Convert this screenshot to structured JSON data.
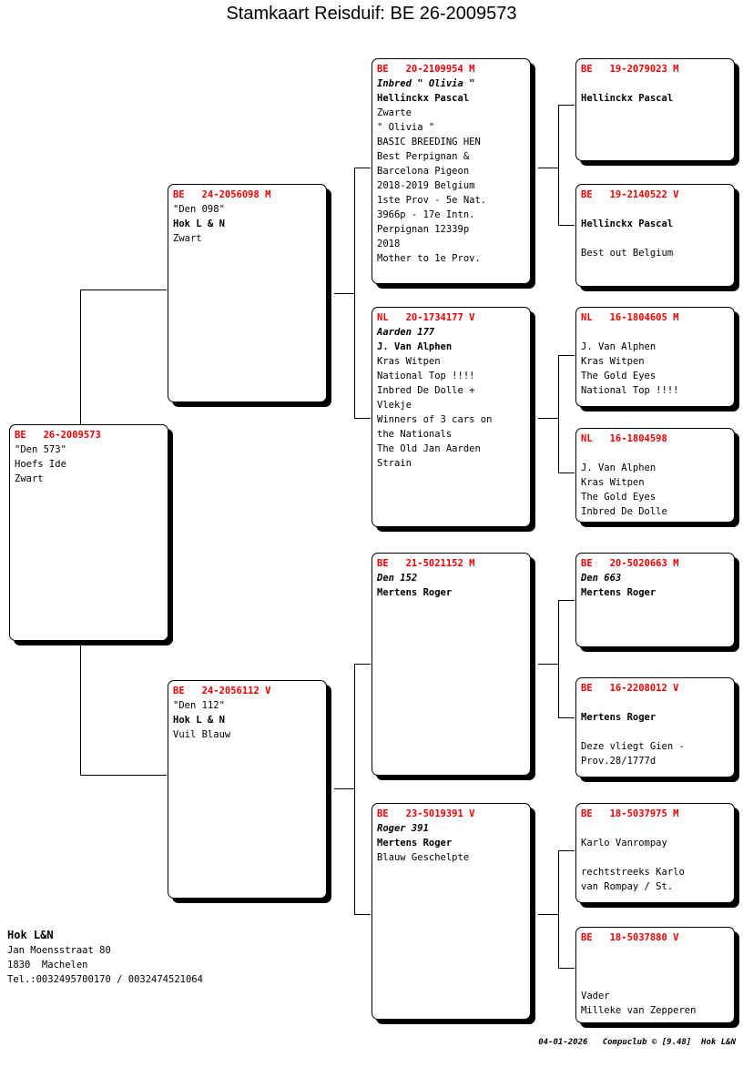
{
  "title": "Stamkaart Reisduif: BE  26-2009573",
  "subject": {
    "ring": "BE   26-2009573",
    "lines": [
      "\"Den 573\"",
      "Hoefs Ide",
      "Zwart"
    ]
  },
  "parents": [
    {
      "position": "father",
      "ring": "BE   24-2056098 M",
      "lines": [
        "\"Den 098\"",
        "Hok L & N",
        "Zwart"
      ]
    },
    {
      "position": "mother",
      "ring": "BE   24-2056112 V",
      "lines": [
        "\"Den 112\"",
        "Hok L & N",
        "Vuil Blauw"
      ]
    }
  ],
  "grandparents": [
    {
      "position": "father-father",
      "ring": "BE   20-2109954 M",
      "nick": "Inbred \" Olivia \"",
      "owner": "Hellinckx Pascal",
      "notes": [
        "Zwarte",
        "\" Olivia \"",
        "BASIC BREEDING HEN",
        "Best Perpignan &",
        "Barcelona Pigeon",
        "2018-2019 Belgium",
        "1ste Prov - 5e Nat.",
        "3966p - 17e Intn.",
        "Perpignan 12339p",
        "2018",
        "Mother to 1e Prov."
      ]
    },
    {
      "position": "father-mother",
      "ring": "NL   20-1734177 V",
      "nick": "Aarden 177",
      "owner": "J. Van Alphen",
      "notes": [
        "Kras Witpen",
        "National Top !!!!",
        "Inbred De Dolle +",
        "Vlekje",
        "Winners of 3 cars on",
        "the Nationals",
        "The Old Jan Aarden",
        "Strain"
      ]
    },
    {
      "position": "mother-father",
      "ring": "BE   21-5021152 M",
      "nick": "Den 152",
      "owner": "Mertens Roger",
      "notes": []
    },
    {
      "position": "mother-mother",
      "ring": "BE   23-5019391 V",
      "nick": "Roger 391",
      "owner": "Mertens Roger",
      "notes": [
        "Blauw Geschelpte"
      ]
    }
  ],
  "greatgrandparents": [
    {
      "position": "ff-f",
      "ring": "BE   19-2079023 M",
      "nick": "",
      "owner": "Hellinckx Pascal",
      "notes": []
    },
    {
      "position": "ff-m",
      "ring": "BE   19-2140522 V",
      "nick": "",
      "owner": "Hellinckx Pascal",
      "notes": [
        "",
        "Best out Belgium"
      ]
    },
    {
      "position": "fm-f",
      "ring": "NL   16-1804605 M",
      "nick": "",
      "owner": "J. Van Alphen",
      "owner_plain": true,
      "notes": [
        "Kras Witpen",
        "The Gold Eyes",
        "National Top !!!!"
      ]
    },
    {
      "position": "fm-m",
      "ring": "NL   16-1804598",
      "nick": "",
      "owner": "J. Van Alphen",
      "owner_plain": true,
      "notes": [
        "Kras Witpen",
        "The Gold Eyes",
        "Inbred De Dolle"
      ]
    },
    {
      "position": "mf-f",
      "ring": "BE   20-5020663 M",
      "nick": "Den 663",
      "owner": "Mertens Roger",
      "notes": []
    },
    {
      "position": "mf-m",
      "ring": "BE   16-2208012 V",
      "nick": "",
      "owner": "Mertens Roger",
      "notes": [
        "",
        "Deze vliegt Gien -",
        "Prov.28/1777d"
      ]
    },
    {
      "position": "mm-f",
      "ring": "BE   18-5037975 M",
      "nick": "",
      "owner": "Karlo Vanrompay",
      "owner_plain": true,
      "notes": [
        "",
        "rechtstreeks Karlo",
        "van Rompay / St."
      ]
    },
    {
      "position": "mm-m",
      "ring": "BE   18-5037880 V",
      "nick": "",
      "owner": "",
      "notes": [
        "",
        "",
        "",
        "Vader",
        "Milleke van Zepperen"
      ]
    }
  ],
  "footer": {
    "name": "Hok L&N",
    "address_lines": [
      "Jan Moensstraat 80",
      "1830  Machelen",
      "Tel.:0032495700170 / 0032474521064"
    ]
  },
  "copyright": "04-01-2026   Compuclub © [9.48]  Hok L&N",
  "colors": {
    "ring_red": "#ee0000",
    "text_black": "#000000",
    "background": "#ffffff"
  }
}
